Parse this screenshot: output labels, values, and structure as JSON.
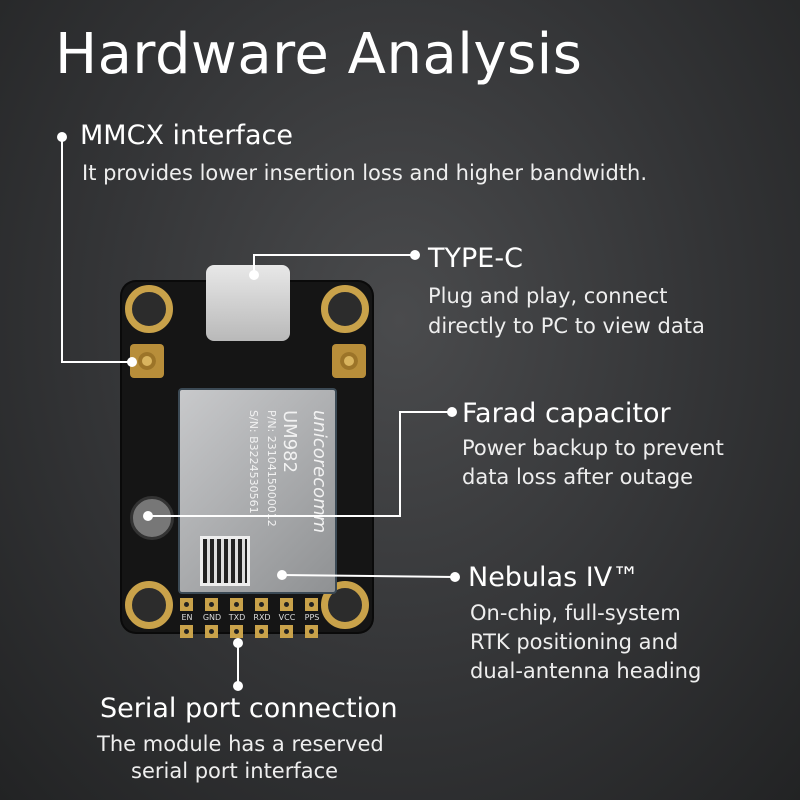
{
  "title": "Hardware Analysis",
  "callouts": {
    "mmcx": {
      "heading": "MMCX interface",
      "desc": "It provides lower insertion loss and higher bandwidth."
    },
    "typec": {
      "heading": "TYPE-C",
      "desc": [
        "Plug and play, connect",
        "directly to PC to view data"
      ]
    },
    "farad": {
      "heading": "Farad capacitor",
      "desc": [
        "Power backup to prevent",
        "data loss after outage"
      ]
    },
    "nebulas": {
      "heading": "Nebulas IV™",
      "desc": [
        "On-chip, full-system",
        "RTK positioning and",
        "dual-antenna heading"
      ]
    },
    "serial": {
      "heading": "Serial port connection",
      "desc": [
        "The module has a reserved",
        "serial port interface"
      ]
    }
  },
  "module": {
    "brand": "unicorecomm",
    "model": "UM982",
    "pn": "P/N: 2310415000012",
    "sn": "S/N: B3224530561"
  },
  "pins": [
    "EN",
    "GND",
    "TXD",
    "RXD",
    "VCC",
    "PPS"
  ],
  "colors": {
    "background": "#333436",
    "text": "#ffffff",
    "gold": "#c9a24a"
  }
}
